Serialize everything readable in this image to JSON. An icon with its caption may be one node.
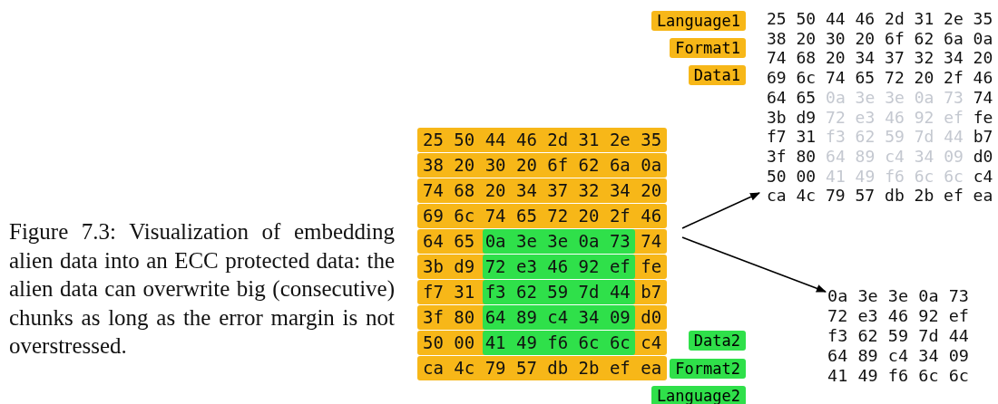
{
  "diagram": {
    "caption": "Figure 7.3: Visualization of embedding alien data into an ECC protected data: the alien data can overwrite big (consecutive) chunks as long as the error margin is not overstressed.",
    "nodes": [
      {
        "text": [
          "25 50 44 46 2d 31 2e 35",
          "38 20 30 20 6f 62 6a 0a",
          "74 68 20 34 37 32 34 20",
          "69 6c 74 65 72 20 2f 46",
          "64 65 0a 3e 3e 0a 73 74",
          "3b d9 72 e3 46 92 ef fe",
          "f7 31 f3 62 59 7d 44 b7",
          "3f 80 64 89 c4 34 09 d0",
          "50 00 41 49 f6 6c 6c c4",
          "ca 4c 79 57 db 2b ef ea"
        ]
      },
      {
        "text": [
          "25 50 44 46 2d 31 2e 35",
          "38 20 30 20 6f 62 6a 0a",
          "74 68 20 34 37 32 34 20",
          "69 6c 74 65 72 20 2f 46",
          "64 65 0a 3e 3e 0a 73 74",
          "3b d9 72 e3 46 92 ef fe",
          "f7 31 f3 62 59 7d 44 b7",
          "3f 80 64 89 c4 34 09 d0",
          "50 00 41 49 f6 6c 6c c4",
          "ca 4c 79 57 db 2b ef ea"
        ]
      },
      {
        "text": [
          "0a 3e 3e 0a 73",
          "72 e3 46 92 ef",
          "f3 62 59 7d 44",
          "64 89 c4 34 09",
          "41 49 f6 6c 6c"
        ]
      }
    ],
    "edges": [
      {
        "from": 0,
        "to": 1,
        "arrow": "to"
      },
      {
        "from": 0,
        "to": 2,
        "arrow": "to"
      }
    ],
    "labels": [
      "Language1",
      "Format1",
      "Data1",
      "Data2",
      "Format2",
      "Language2"
    ]
  }
}
